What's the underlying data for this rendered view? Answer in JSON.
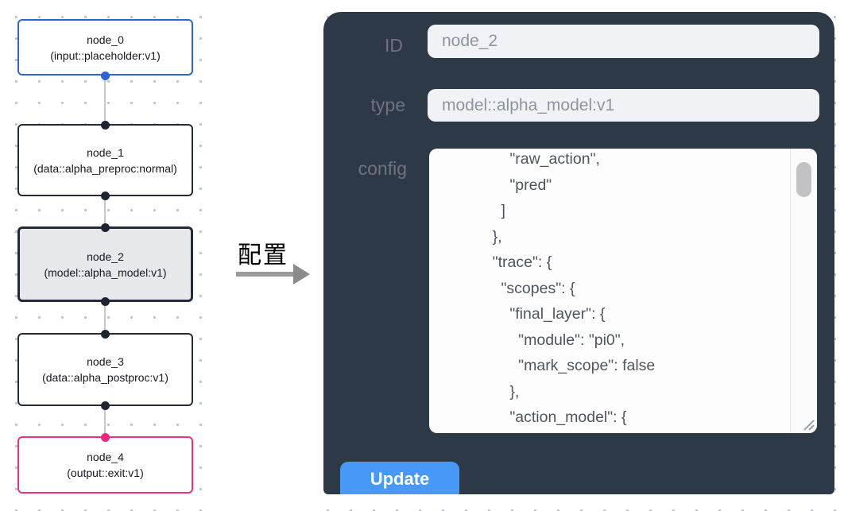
{
  "flow": {
    "nodes": [
      {
        "name": "node_0",
        "type_label": "(input::placeholder:v1)",
        "role": "input",
        "border_color": "#2f63d7"
      },
      {
        "name": "node_1",
        "type_label": "(data::alpha_preproc:normal)",
        "role": "data",
        "border_color": "#242b38"
      },
      {
        "name": "node_2",
        "type_label": "(model::alpha_model:v1)",
        "role": "model-selected",
        "border_color": "#242b38",
        "fill": "#e7e8eb"
      },
      {
        "name": "node_3",
        "type_label": "(data::alpha_postproc:v1)",
        "role": "data",
        "border_color": "#242b38"
      },
      {
        "name": "node_4",
        "type_label": "(output::exit:v1)",
        "role": "output",
        "border_color": "#ef2f7e"
      }
    ]
  },
  "annotation": {
    "label": "配置"
  },
  "panel": {
    "id_label": "ID",
    "id_value": "node_2",
    "type_label": "type",
    "type_value": "model::alpha_model:v1",
    "config_label": "config",
    "config_text": "        \"raw_action\",\n        \"pred\"\n      ]\n    },\n    \"trace\": {\n      \"scopes\": {\n        \"final_layer\": {\n          \"module\": \"pi0\",\n          \"mark_scope\": false\n        },\n        \"action_model\": {",
    "update_label": "Update"
  },
  "colors": {
    "panel_bg": "#2e3947",
    "button_blue": "#4798f7",
    "node_blue": "#2f63d7",
    "node_pink": "#ef2f7e",
    "port_dark": "#1d2432",
    "selected_fill": "#e7e8eb",
    "canvas_dot": "#bfc3ca"
  }
}
